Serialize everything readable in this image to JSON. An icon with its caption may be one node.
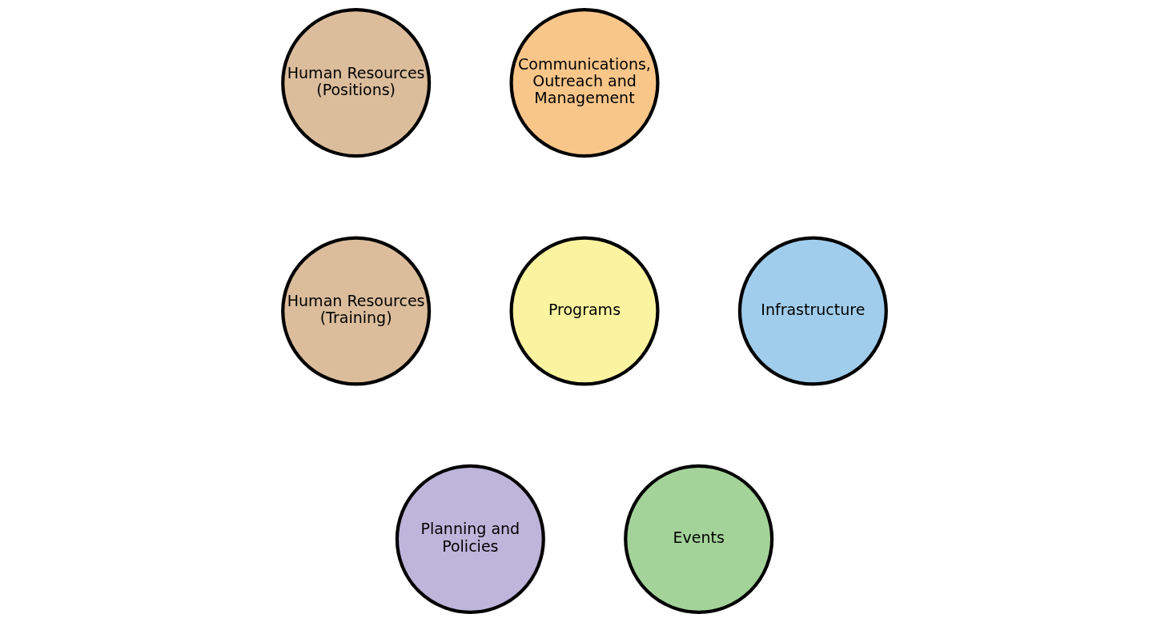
{
  "diagram": {
    "nodes": [
      {
        "text": [
          "Human Resources (Training)"
        ]
      },
      {
        "text": [
          "Programs"
        ]
      },
      {
        "text": [
          "Communications, Outreach and Management"
        ]
      },
      {
        "text": [
          "Human Resources (Positions)"
        ]
      },
      {
        "text": [
          "Planning and Policies"
        ]
      },
      {
        "text": [
          "Events"
        ]
      },
      {
        "text": [
          "Infrastructure"
        ]
      }
    ],
    "edges": []
  }
}
